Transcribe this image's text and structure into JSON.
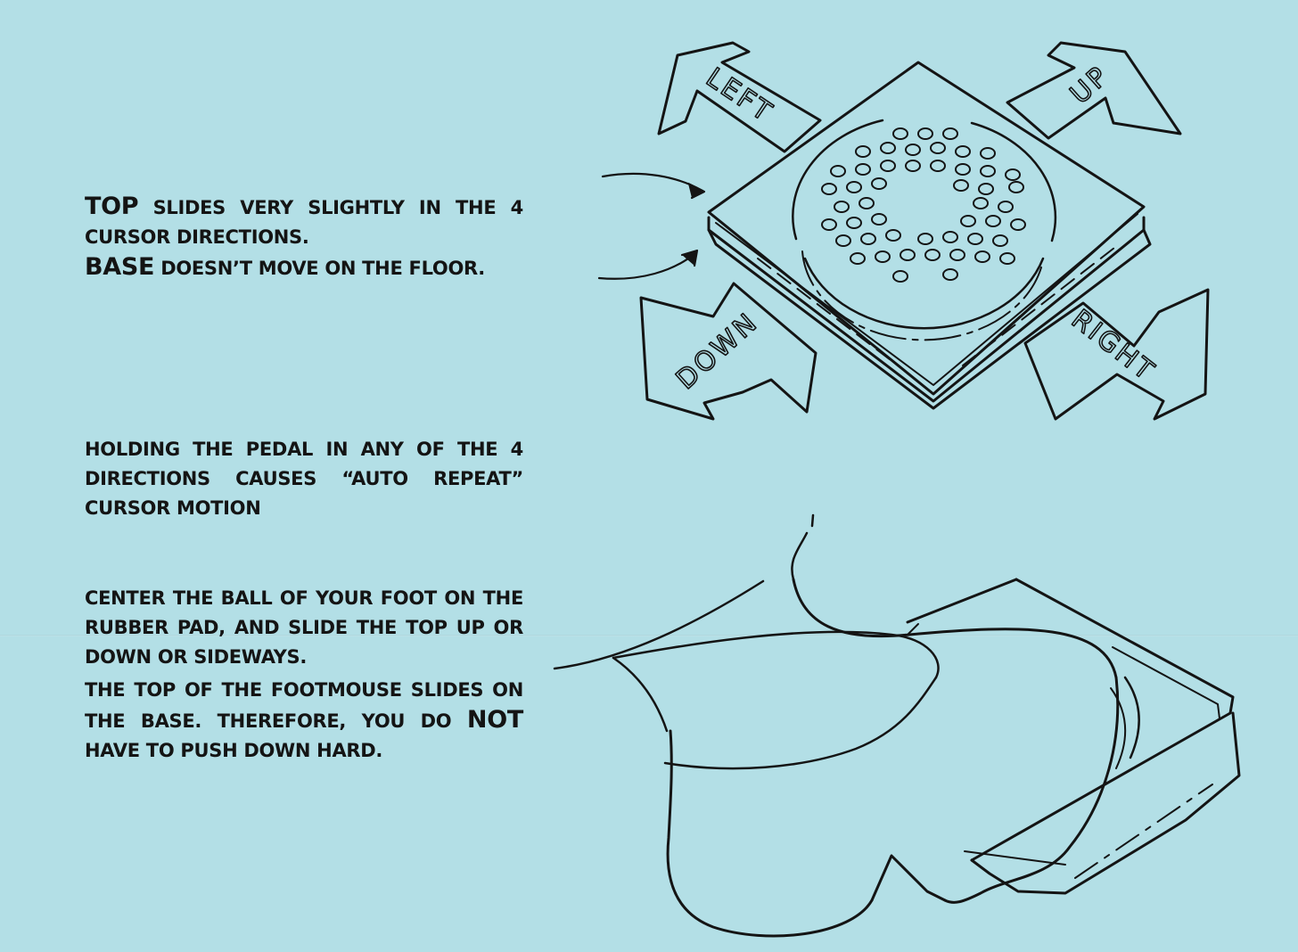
{
  "instructions": {
    "top": {
      "emph": "TOP",
      "text": "SLIDES VERY SLIGHTLY IN THE 4 CURSOR DIRECTIONS."
    },
    "base": {
      "emph": "BASE",
      "text": "DOESN’T MOVE ON THE FLOOR."
    },
    "auto_repeat": "HOLDING THE PEDAL IN ANY OF THE 4 DIRECTIONS CAUSES “AUTO REPEAT” CURSOR MOTION",
    "center": "CENTER THE BALL OF YOUR FOOT ON THE RUBBER PAD, AND SLIDE THE TOP UP OR DOWN OR SIDEWAYS.",
    "slides": {
      "before": "THE TOP OF THE FOOTMOUSE SLIDES ON THE BASE. THEREFORE, YOU DO",
      "emph": "NOT",
      "after": "HAVE TO PUSH DOWN HARD."
    }
  },
  "arrows": {
    "left": "LEFT",
    "up": "UP",
    "down": "DOWN",
    "right": "RIGHT"
  },
  "colors": {
    "paper": "#b3dfe6",
    "ink": "#141414"
  }
}
